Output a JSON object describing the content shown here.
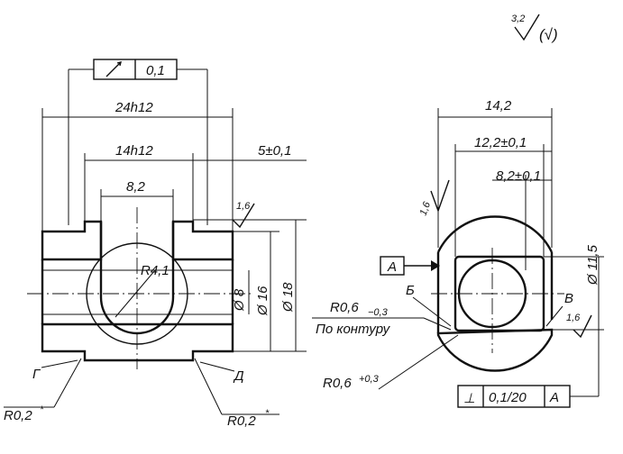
{
  "top_right": {
    "roughness_value": "3,2",
    "roughness_paren": "(√)"
  },
  "left_view": {
    "tolerance_frame": {
      "symbol": "↗",
      "value": "0,1"
    },
    "dim_overall_width": "24h12",
    "dim_slot_outer": "14h12",
    "dim_slot_inner": "8,2",
    "dim_step": "5±0,1",
    "roughness": "1,6",
    "radius_label": "R4,1",
    "dim_bore": "Ø 8",
    "dim_mid": "Ø 16",
    "dim_outer": "Ø 18",
    "mark_g": "Г",
    "mark_d": "Д",
    "radius_left": "R0,2",
    "radius_right": "R0,2",
    "star": "*"
  },
  "right_view": {
    "dim_top": "14,2",
    "dim_mid": "12,2±0,1",
    "dim_inner": "8,2±0,1",
    "roughness_left": "1,6",
    "roughness_right": "1,6",
    "datum": "A",
    "mark_b": "Б",
    "mark_v": "В",
    "radius_top": "R0,6",
    "radius_top_tol": "−0,3",
    "contour_note": "По контуру",
    "radius_bottom": "R0,6",
    "radius_bottom_tol": "+0,3",
    "dim_diameter": "Ø 11,5",
    "perp_frame": {
      "symbol": "⊥",
      "value": "0,1/20",
      "datum": "A"
    }
  }
}
